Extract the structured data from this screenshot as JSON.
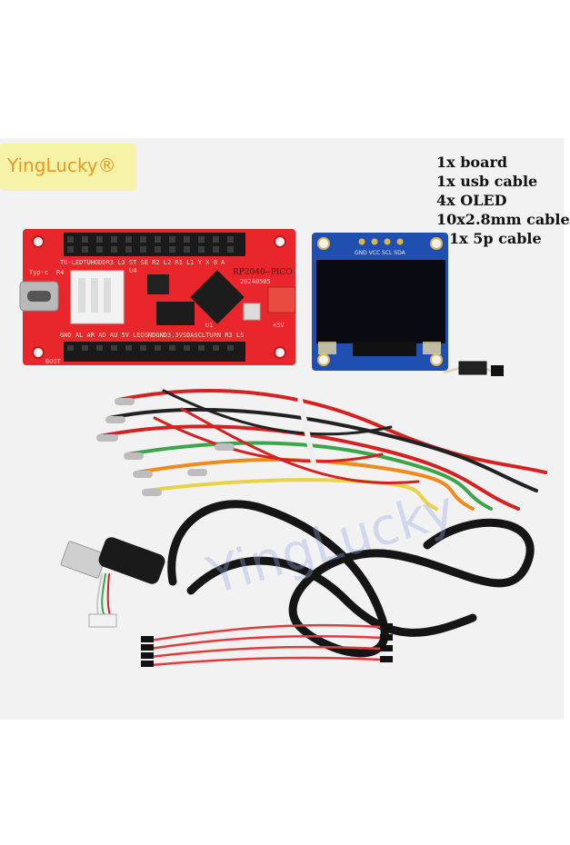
{
  "brand": {
    "logo_text": "YingLucky®",
    "watermark_text": "YingLucky"
  },
  "package_contents": [
    "1x board",
    "1x usb cable",
    "4x OLED",
    "10x2.8mm cable",
    "1x 5p cable"
  ],
  "board": {
    "model": "RP2040--PICO",
    "date_code": "20240505",
    "top_row_labels": "TU-LEDTUHODDR3 L3 ST SE R2 L2 R1 L1 Y X B A",
    "bottom_row_labels": "GND AL AR AD AU 5V LEDGNDGND3.3VSDASCLTURN R3 LS",
    "usb_label": "Typ-c",
    "r4_label": "R4",
    "u4_label": "U4",
    "u1_label": "U1",
    "boot_label": "BOOT",
    "v5_label": "+5V"
  },
  "oled": {
    "pin_labels": "GND VCC SCL SDA"
  },
  "colors": {
    "board_red": "#e8262b",
    "oled_blue": "#1f4fb0",
    "logo_bg": "#f6f3a8",
    "logo_text": "#e79a1f"
  }
}
